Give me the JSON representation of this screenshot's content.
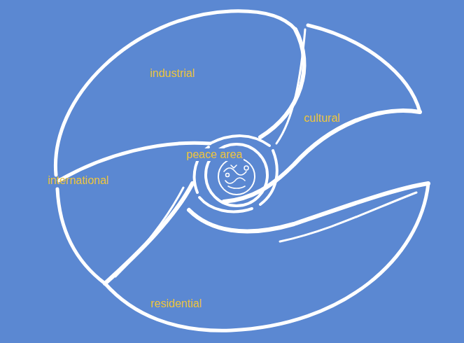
{
  "diagram": {
    "labels": [
      "industrial",
      "cultural",
      "peace area",
      "international",
      "residential"
    ]
  }
}
